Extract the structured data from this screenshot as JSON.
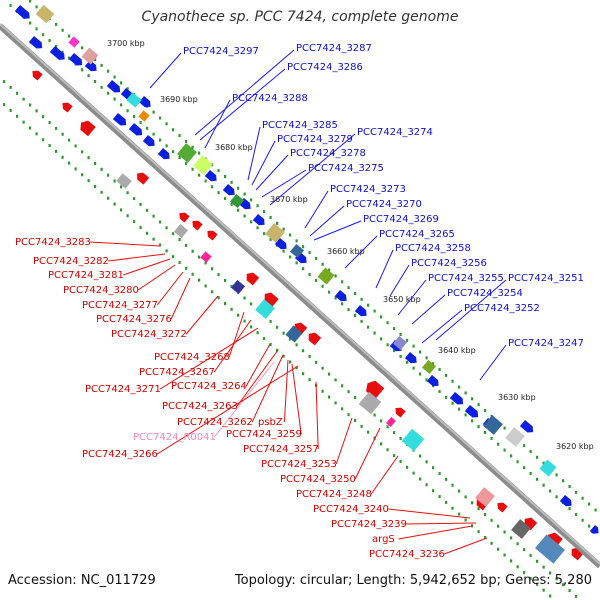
{
  "title": "Cyanothece sp. PCC 7424, complete genome",
  "footer": {
    "accession": "Accession: NC_011729",
    "topology": "Topology: circular; Length: 5,942,652 bp; Genes: 5,280"
  },
  "colors": {
    "backbone": "#888888",
    "forward_strand": "#0000ee",
    "reverse_strand": "#ee0000",
    "rna": "#ff99cc",
    "tick_dots": "#229922"
  },
  "ticks": [
    "3700 kbp",
    "3690 kbp",
    "3680 kbp",
    "3670 kbp",
    "3660 kbp",
    "3650 kbp",
    "3640 kbp",
    "3630 kbp",
    "3620 kbp"
  ],
  "labels_forward": [
    "PCC7424_3297",
    "PCC7424_3287",
    "PCC7424_3286",
    "PCC7424_3288",
    "PCC7424_3285",
    "PCC7424_3279",
    "PCC7424_3274",
    "PCC7424_3278",
    "PCC7424_3275",
    "PCC7424_3273",
    "PCC7424_3270",
    "PCC7424_3269",
    "PCC7424_3265",
    "PCC7424_3258",
    "PCC7424_3256",
    "PCC7424_3255",
    "PCC7424_3251",
    "PCC7424_3254",
    "PCC7424_3252",
    "PCC7424_3247"
  ],
  "labels_reverse": [
    "PCC7424_3283",
    "PCC7424_3282",
    "PCC7424_3281",
    "PCC7424_3280",
    "PCC7424_3277",
    "PCC7424_3276",
    "PCC7424_3272",
    "PCC7424_3268",
    "PCC7424_3267",
    "PCC7424_3271",
    "PCC7424_3264",
    "PCC7424_3263",
    "PCC7424_3262",
    "psbZ",
    "PCC7424_3259",
    "PCC7424_R0041",
    "PCC7424_3257",
    "PCC7424_3266",
    "PCC7424_3253",
    "PCC7424_3250",
    "PCC7424_3248",
    "PCC7424_3240",
    "PCC7424_3239",
    "argS",
    "PCC7424_3236"
  ]
}
